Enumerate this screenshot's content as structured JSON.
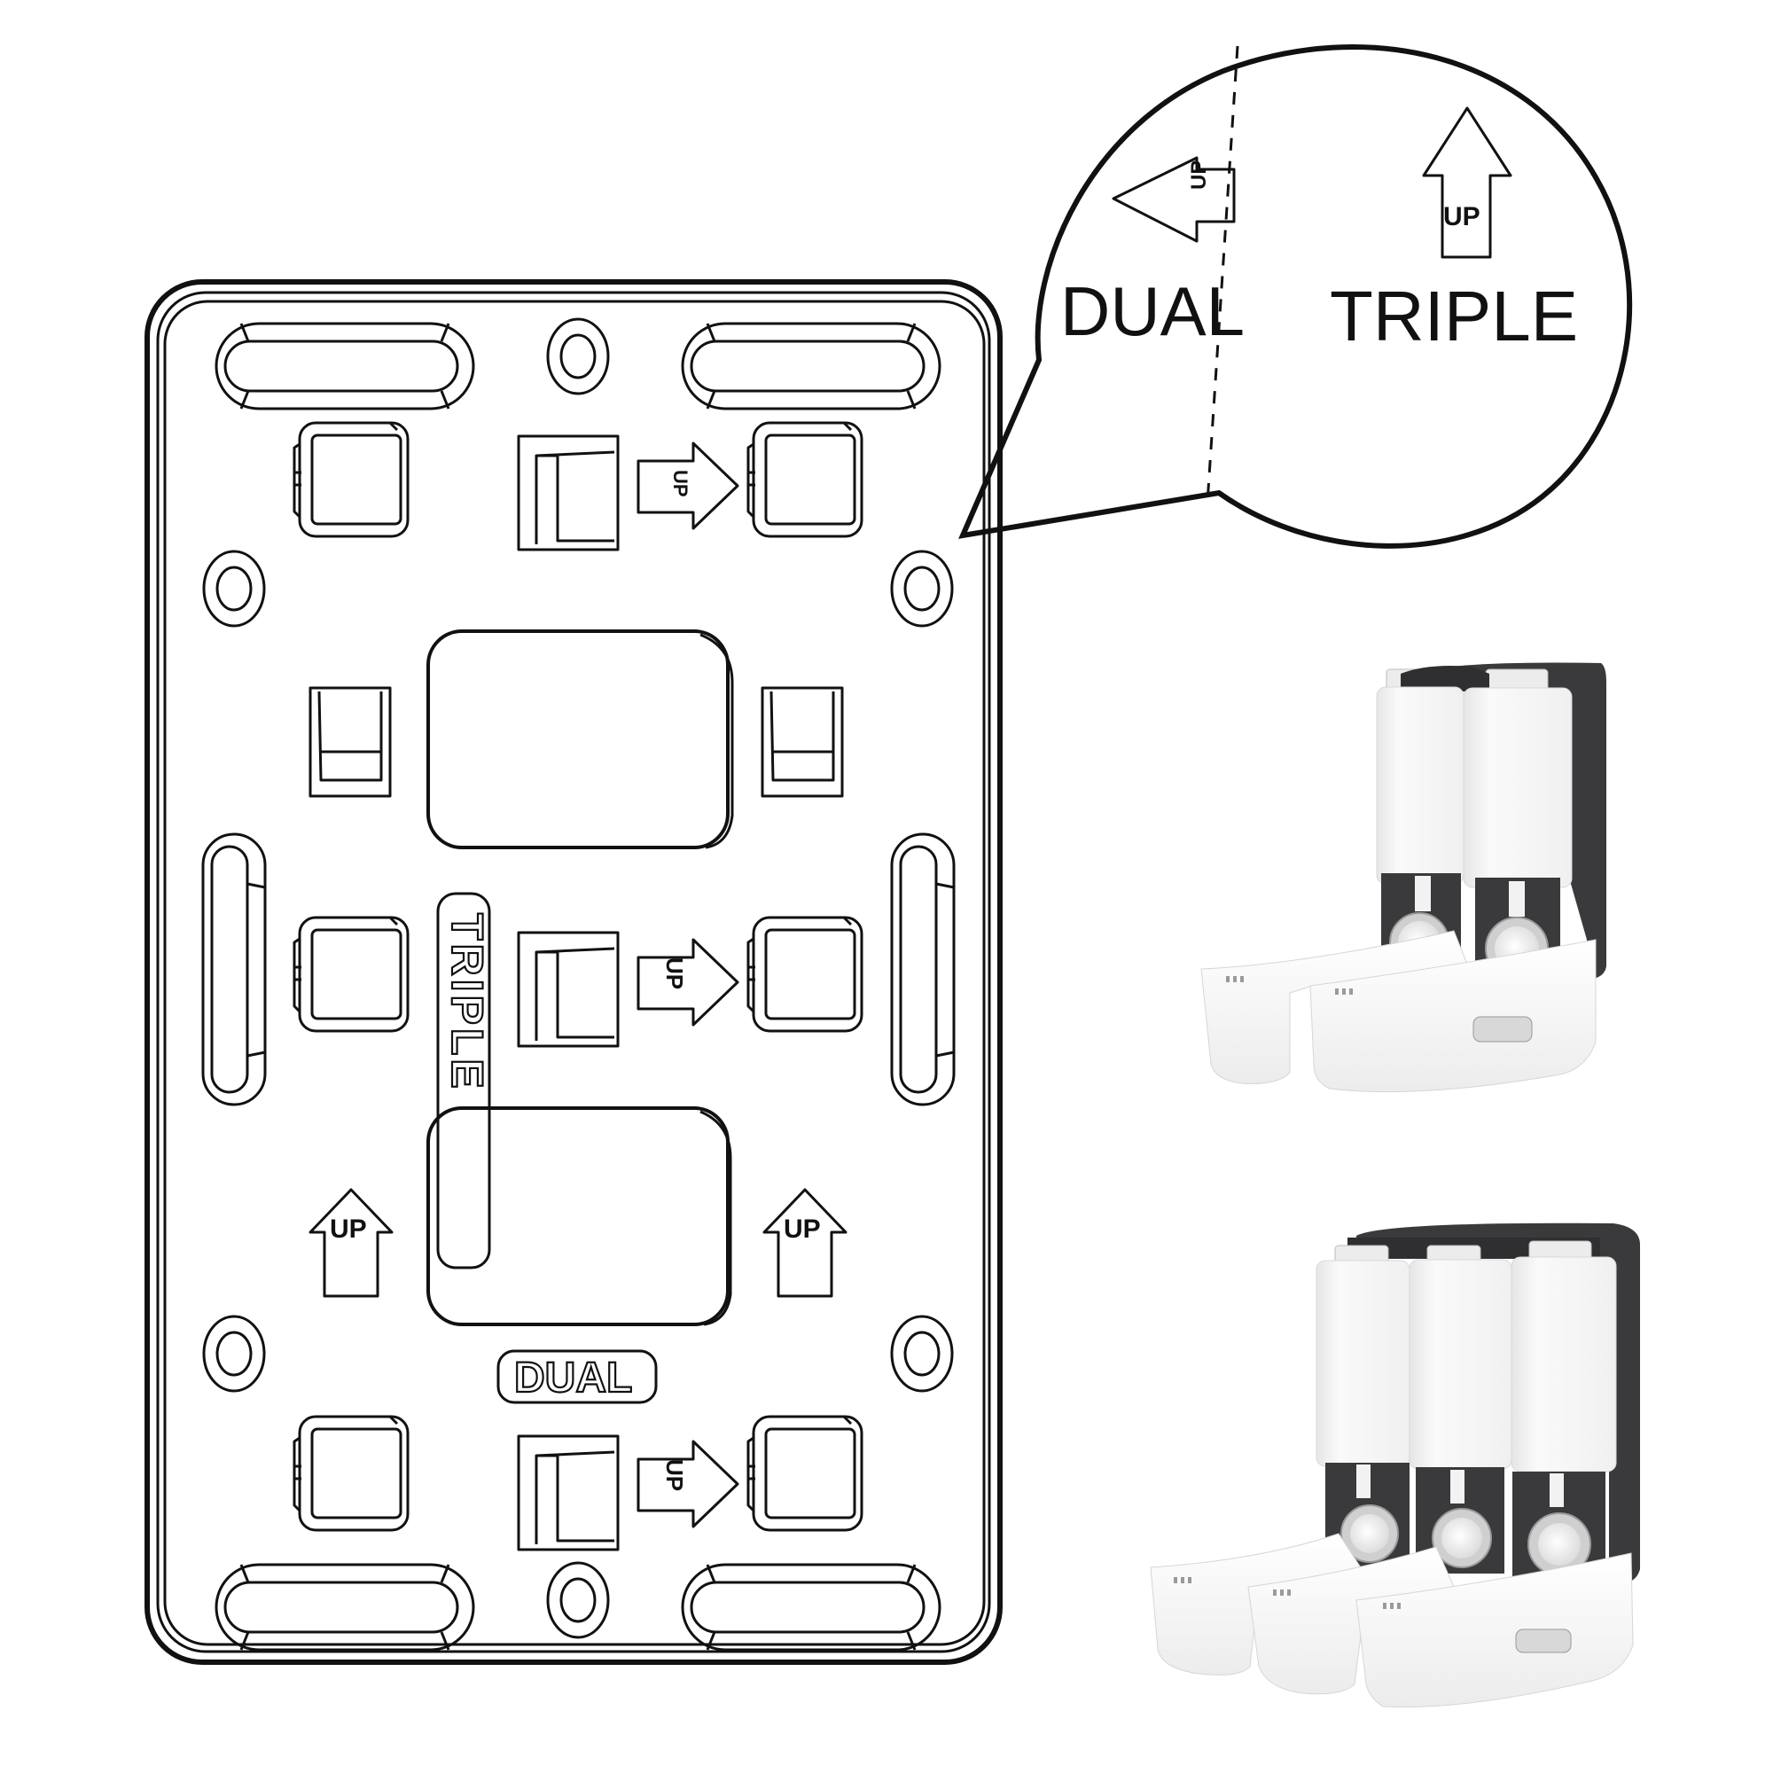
{
  "diagram": {
    "subject": "Wall mounting plate for soap dispensers",
    "plate": {
      "labels": {
        "triple": "TRIPLE",
        "dual": "DUAL",
        "up": "UP"
      },
      "arrow_labels": [
        "UP",
        "UP",
        "UP",
        "UP",
        "UP"
      ]
    },
    "callout": {
      "dual_label": "DUAL",
      "triple_label": "TRIPLE",
      "dual_arrow_label": "UP",
      "triple_arrow_label": "UP",
      "divider": "dashed"
    },
    "products": [
      {
        "name": "dual-dispenser",
        "chambers": 2
      },
      {
        "name": "triple-dispenser",
        "chambers": 3
      }
    ],
    "colors": {
      "line": "#111111",
      "background": "#ffffff",
      "dispenser_body": "#f4f4f4",
      "dispenser_back": "#3a3a3c",
      "pump_ring": "#c8c8c8"
    }
  }
}
